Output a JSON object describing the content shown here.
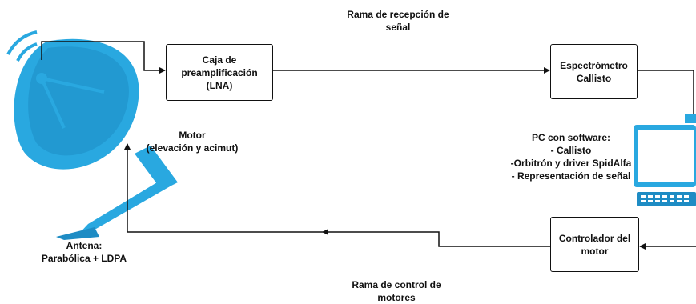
{
  "top_label": "Rama de recepción de\nseñal",
  "bottom_label": "Rama de control de\nmotores",
  "boxes": {
    "preamp": "Caja de\npreamplificación\n(LNA)",
    "spectrometer": "Espectrómetro\nCallisto",
    "motor_controller": "Controlador del\nmotor"
  },
  "motor_label": {
    "title": "Motor",
    "detail": "(elevación y acimut)"
  },
  "antenna_label": {
    "line1": "Antena:",
    "line2": "Parabólica + LDPA"
  },
  "pc_label": {
    "title": "PC con software:",
    "items": [
      "- Callisto",
      "-Orbitrón y driver SpidAlfa",
      "- Representación de señal"
    ]
  },
  "icons": {
    "antenna": "satellite-dish-icon",
    "computer": "desktop-computer-icon"
  },
  "colors": {
    "accent": "#29A8E0",
    "accent_dark": "#1E8CC4",
    "line": "#111111"
  }
}
